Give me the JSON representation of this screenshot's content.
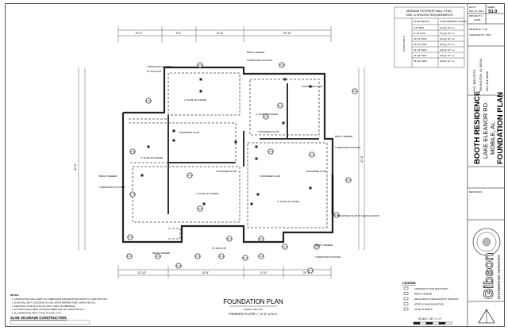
{
  "title_block": {
    "project": "BOOTH RESIDENCE",
    "address_1": "LAKE ELEANOR RD.",
    "address_2": "MOBILE, AL",
    "sheet_title": "FOUNDATION PLAN",
    "owner_1": "P.O. BOX 8770",
    "owner_2": "IRVINGTON, AL 36544",
    "owner_3": "251-421-9828",
    "sheet_label": "SHEET",
    "sheet_no": "S1.0",
    "date_label": "DATE",
    "date_value": "MAY 11, 2021",
    "project_no_label": "PROJECT #",
    "project_no": "21036",
    "drawn_by": "DRAWN BY: TJG",
    "checked_by": "CHECKED BY: JWS",
    "revisions": "REVISIONS",
    "firm_name": "Gibson",
    "firm_sub": "ENGINEERING SERVICES",
    "seal_text": "REGISTERED PROFESSIONAL ENGINEER"
  },
  "schedule": {
    "title_1": "MINIMUM EXTERIOR WALL STUD,",
    "title_2": "SIZE, & SPACING REQUIREMENTS",
    "col1": "STUD HEIGHT",
    "col2": "LOAD BEARING STUDS",
    "side_label": "EXPOSURE B",
    "rows": [
      [
        "0'-8\" MAX.",
        "2x4 @ 16\" o.c."
      ],
      [
        "8'-10\" MAX.",
        "2x4 @ 16\" o.c."
      ],
      [
        "10'-12\" MAX.",
        "2x6 @ 16\" o.c."
      ],
      [
        "12'-14\" MAX.",
        "2x6 @ 16\" o.c."
      ],
      [
        "14'-16\" MAX.",
        "2x6 @ 12\" o.c."
      ],
      [
        "16'-18\" MAX.",
        "2x6 @ 12\" o.c."
      ],
      [
        "18'-20\" MAX.",
        "2x8 @ 16\" o.c."
      ]
    ]
  },
  "plan": {
    "title": "FOUNDATION PLAN",
    "scale": "SCALE: 1/8\"=1'-0\"",
    "floor": "FINISHED FLOOR = +0'-0\" U.N.O.",
    "dims_top": [
      "12'-0\"",
      "9'-4\"",
      "11'-8\"",
      "20'-10\""
    ],
    "dims_bottom": [
      "12'-10\"",
      "20'-8\"",
      "11'-4\"",
      "20'-10\""
    ],
    "dim_left": "52'-0\"",
    "dim_right": "47'-0\"",
    "slab_labels": [
      "THICKENED SLAB",
      "4\" SLAB ON GRADE",
      "PT 8x8 POST",
      "TURNDOWN FOOTING",
      "BRICK VENEER",
      "RECESSED SLAB AT GARAGE DOOR",
      "STEP IN SLAB"
    ],
    "legend_title": "LEGEND",
    "legend_items": [
      "FINISHED FLOOR ELEVATION",
      "BRICK VENEER",
      "HDU4-SDS2.5 HOLDOWN BY SIMPSON",
      "STEP IN SLAB ELEVATION",
      "FACE OF BRICK"
    ],
    "notes_heading": "NOTES:",
    "notes": [
      "1. CONTRACTOR SHALL VERIFY ALL DIMENSIONS AND ELEVATIONS PRIOR TO CONSTRUCTION.",
      "2. SLAB SHALL BE 4\" CONCRETE ON 6 MIL VAPOR BARRIER OVER COMPACTED FILL.",
      "3. REINFORCE SLAB WITH 6x6 W1.4xW1.4 WWF OR FIBERMESH.",
      "4. FOOTINGS SHALL BEAR ON UNDISTURBED SOIL OR COMPACTED FILL.",
      "5. ALL DIMENSIONS ARE TO FACE OF STUD U.N.O."
    ],
    "slab_note_title": "SLAB ON GRADE CONSTRUCTION:",
    "scale_bar": "SCALE: 1/8\" = 1'-0\""
  }
}
